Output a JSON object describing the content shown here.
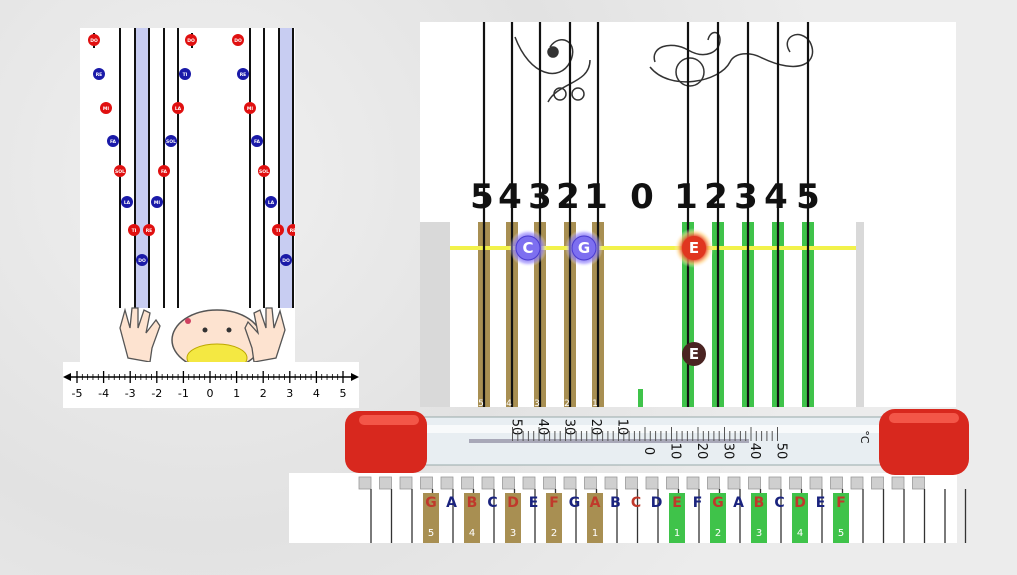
{
  "hands_diagram": {
    "left_hand_notes": [
      {
        "label": "DO",
        "color": "#e01010"
      },
      {
        "label": "RE",
        "color": "#1a1aa8"
      },
      {
        "label": "MI",
        "color": "#e01010"
      },
      {
        "label": "FA",
        "color": "#1a1aa8"
      },
      {
        "label": "SOL",
        "color": "#e01010"
      },
      {
        "label": "LA",
        "color": "#1a1aa8"
      },
      {
        "label": "TI",
        "color": "#e01010"
      },
      {
        "label": "RE",
        "color": "#e01010"
      },
      {
        "label": "DO",
        "color": "#1a1aa8"
      },
      {
        "label": "MI",
        "color": "#1a1aa8"
      },
      {
        "label": "FA",
        "color": "#e01010"
      },
      {
        "label": "SOL",
        "color": "#1a1aa8"
      },
      {
        "label": "LA",
        "color": "#e01010"
      },
      {
        "label": "TI",
        "color": "#1a1aa8"
      },
      {
        "label": "DO",
        "color": "#e01010"
      }
    ]
  },
  "number_line": {
    "ticks": [
      "-5",
      "-4",
      "-3",
      "-2",
      "-1",
      "0",
      "1",
      "2",
      "3",
      "4",
      "5"
    ]
  },
  "staff": {
    "numbers": [
      "5",
      "4",
      "3",
      "2",
      "1",
      "0",
      "1",
      "2",
      "3",
      "4",
      "5"
    ],
    "balls": [
      {
        "label": "C",
        "style": "blue-glow"
      },
      {
        "label": "G",
        "style": "blue-glow"
      },
      {
        "label": "E",
        "style": "red-glow"
      },
      {
        "label": "E",
        "style": "dark"
      }
    ],
    "bar_bottom_labels": [
      "5",
      "4",
      "3",
      "2",
      "1"
    ]
  },
  "thermometer": {
    "left_scale": [
      "50",
      "40",
      "30",
      "20",
      "10"
    ],
    "zero": "0",
    "right_scale": [
      "10",
      "20",
      "30",
      "40",
      "50"
    ],
    "unit": "°C"
  },
  "keyboard": {
    "keys": [
      {
        "letter": "G",
        "color": "#c0392b",
        "number": "5",
        "bar": "brown"
      },
      {
        "letter": "A",
        "color": "#1a237e",
        "number": "",
        "bar": ""
      },
      {
        "letter": "B",
        "color": "#c0392b",
        "number": "4",
        "bar": "brown"
      },
      {
        "letter": "C",
        "color": "#1a237e",
        "number": "",
        "bar": ""
      },
      {
        "letter": "D",
        "color": "#c0392b",
        "number": "3",
        "bar": "brown"
      },
      {
        "letter": "E",
        "color": "#1a237e",
        "number": "",
        "bar": ""
      },
      {
        "letter": "F",
        "color": "#c0392b",
        "number": "2",
        "bar": "brown"
      },
      {
        "letter": "G",
        "color": "#1a237e",
        "number": "",
        "bar": ""
      },
      {
        "letter": "A",
        "color": "#c0392b",
        "number": "1",
        "bar": "brown"
      },
      {
        "letter": "B",
        "color": "#1a237e",
        "number": "",
        "bar": ""
      },
      {
        "letter": "C",
        "color": "#c0392b",
        "number": "",
        "bar": "white"
      },
      {
        "letter": "D",
        "color": "#1a237e",
        "number": "",
        "bar": ""
      },
      {
        "letter": "E",
        "color": "#c0392b",
        "number": "1",
        "bar": "green"
      },
      {
        "letter": "F",
        "color": "#1a237e",
        "number": "",
        "bar": ""
      },
      {
        "letter": "G",
        "color": "#c0392b",
        "number": "2",
        "bar": "green"
      },
      {
        "letter": "A",
        "color": "#1a237e",
        "number": "",
        "bar": ""
      },
      {
        "letter": "B",
        "color": "#c0392b",
        "number": "3",
        "bar": "green"
      },
      {
        "letter": "C",
        "color": "#1a237e",
        "number": "",
        "bar": ""
      },
      {
        "letter": "D",
        "color": "#c0392b",
        "number": "4",
        "bar": "green"
      },
      {
        "letter": "E",
        "color": "#1a237e",
        "number": "",
        "bar": ""
      },
      {
        "letter": "F",
        "color": "#c0392b",
        "number": "5",
        "bar": "green"
      }
    ]
  }
}
